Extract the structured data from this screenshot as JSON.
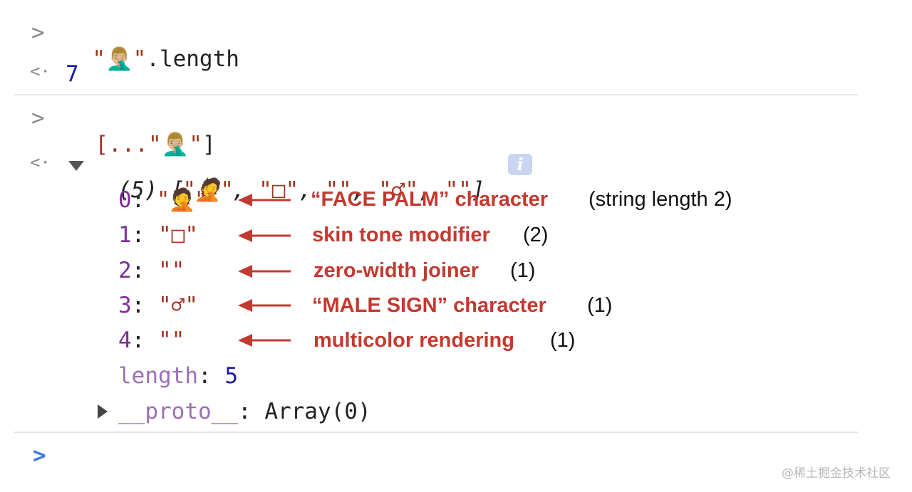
{
  "console": {
    "input1": {
      "caret": ">",
      "quote": "\"",
      "emoji": "🤦🏼‍♂️",
      "suffix": ".length"
    },
    "output1": {
      "caret": "<·",
      "value": "7"
    },
    "input2": {
      "caret": ">",
      "open": "[...",
      "quote": "\"",
      "emoji": "🤦🏼‍♂️",
      "close": "]"
    },
    "output2": {
      "caret": "<·",
      "summary_count": "(5)",
      "summary_open": "[",
      "summary_items": [
        "\"🤦\"",
        "\"□\"",
        "\"\"",
        "\"♂\"",
        "\"\""
      ],
      "summary_close": "]",
      "info_icon": "i",
      "entries": [
        {
          "index": "0",
          "value": "\"🤦\"",
          "annotation": "“FACE PALM” character",
          "note": "(string length 2)"
        },
        {
          "index": "1",
          "value": "\"□\"",
          "annotation": "skin tone modifier",
          "note": "(2)"
        },
        {
          "index": "2",
          "value": "\"\"",
          "annotation": "zero-width joiner",
          "note": "(1)"
        },
        {
          "index": "3",
          "value": "\"♂\"",
          "annotation": "“MALE SIGN” character",
          "note": "(1)"
        },
        {
          "index": "4",
          "value": "\"\"",
          "annotation": "multicolor rendering",
          "note": "(1)"
        }
      ],
      "length_key": "length",
      "length_value": "5",
      "proto_key": "__proto__",
      "proto_value": "Array(0)"
    },
    "prompt": ">"
  },
  "watermark": "@稀土掘金技术社区",
  "colors": {
    "annotation": "#c4392f",
    "string": "#a0341f",
    "number": "#1a1aa6",
    "index": "#7a2f93",
    "prompt": "#3d7bd9"
  }
}
